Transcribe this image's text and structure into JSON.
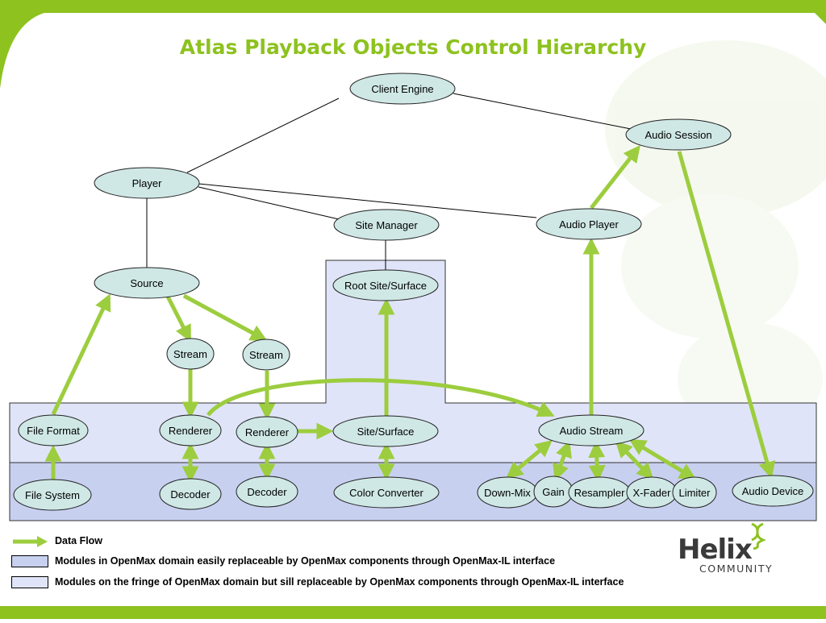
{
  "title": "Atlas Playback Objects Control Hierarchy",
  "nodes": {
    "client_engine": "Client Engine",
    "audio_session": "Audio Session",
    "player": "Player",
    "site_manager": "Site Manager",
    "audio_player": "Audio Player",
    "source": "Source",
    "root_site": "Root Site/Surface",
    "stream1": "Stream",
    "stream2": "Stream",
    "file_format": "File Format",
    "renderer1": "Renderer",
    "renderer2": "Renderer",
    "site_surface": "Site/Surface",
    "audio_stream": "Audio Stream",
    "file_system": "File System",
    "decoder1": "Decoder",
    "decoder2": "Decoder",
    "color_converter": "Color Converter",
    "down_mix": "Down-Mix",
    "gain": "Gain",
    "resampler": "Resampler",
    "x_fader": "X-Fader",
    "limiter": "Limiter",
    "audio_device": "Audio Device"
  },
  "legend": {
    "data_flow": "Data Flow",
    "openmax_domain": "Modules in OpenMax domain easily replaceable by OpenMax components through OpenMax-IL interface",
    "openmax_fringe": "Modules on the fringe of OpenMax domain but sill replaceable by OpenMax components through OpenMax-IL interface"
  },
  "logo": {
    "word": "Helix",
    "sub": "COMMUNITY"
  },
  "colors": {
    "accent_green": "#8dc21f",
    "node_fill": "#cfe8e6",
    "openmax_domain": "#c8d0f0",
    "openmax_fringe": "#e0e4f8",
    "border_green": "#8dc21f"
  }
}
